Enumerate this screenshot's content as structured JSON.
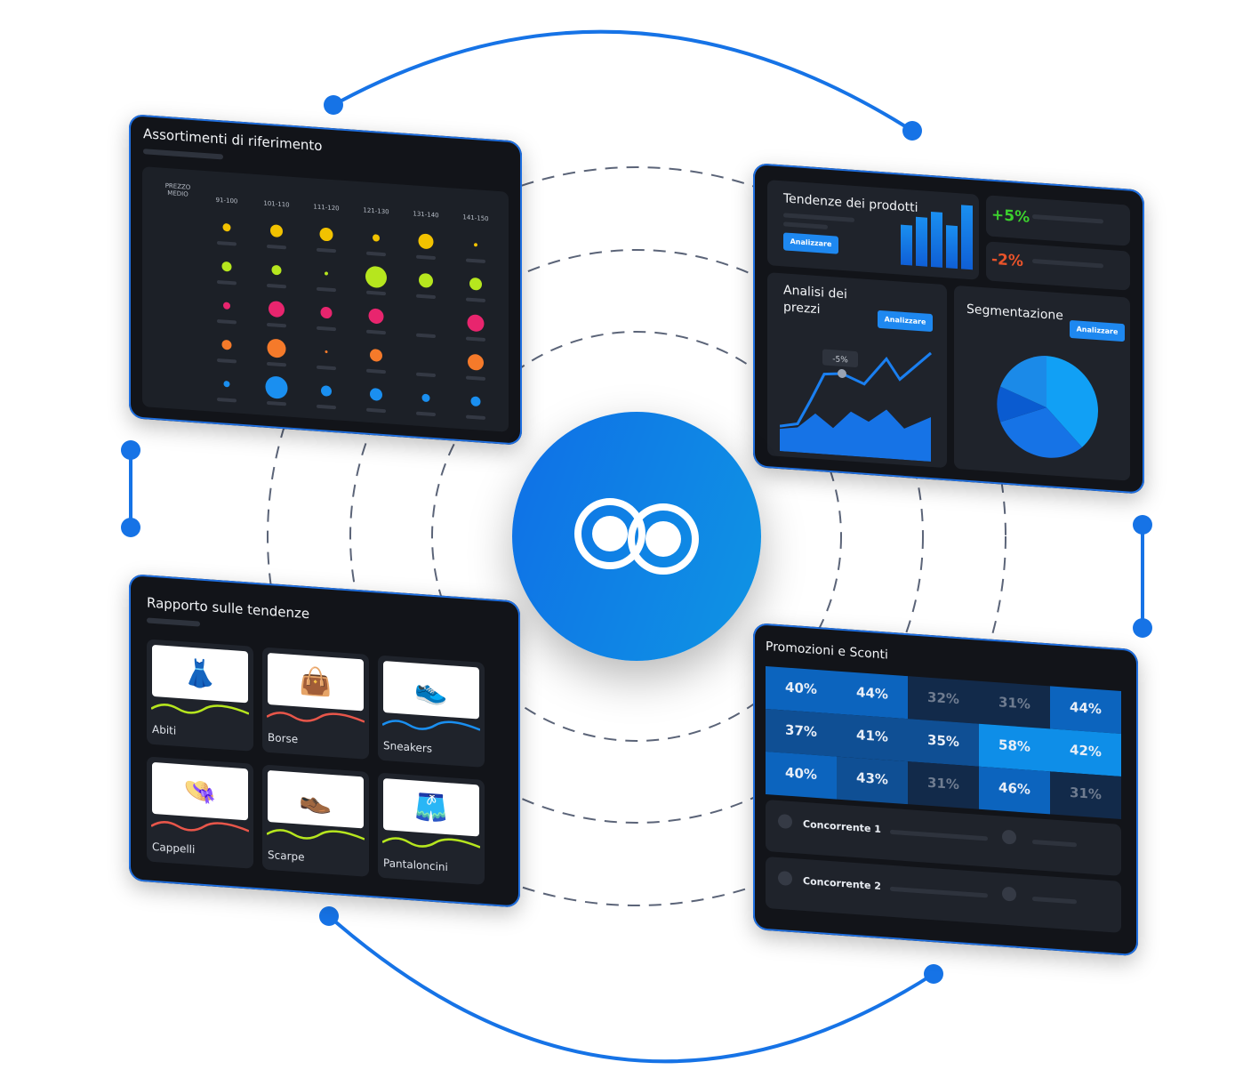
{
  "colors": {
    "accent": "#1673e6",
    "panel": "#121419",
    "card": "#1f232b",
    "positive": "#3ccf2e",
    "negative": "#e8532a"
  },
  "logo": {
    "icon": "linked-rings-logo"
  },
  "assortments": {
    "title": "Assortimenti di riferimento",
    "axis_label_line1": "PREZZO",
    "axis_label_line2": "MEDIO",
    "columns": [
      "91-100",
      "101-110",
      "111-120",
      "121-130",
      "131-140",
      "141-150"
    ],
    "row_colors": [
      "#f2c200",
      "#b6e61e",
      "#e8256e",
      "#f57a2a",
      "#1a8ff0"
    ],
    "sizes": [
      [
        9,
        14,
        15,
        8,
        17,
        4
      ],
      [
        11,
        11,
        4,
        24,
        16,
        14
      ],
      [
        8,
        18,
        13,
        17,
        0,
        19
      ],
      [
        11,
        21,
        3,
        14,
        0,
        18
      ],
      [
        7,
        25,
        12,
        14,
        9,
        11
      ]
    ]
  },
  "trends": {
    "product_trends": {
      "title": "Tendenze dei prodotti",
      "button": "Analizzare",
      "bars": [
        45,
        55,
        62,
        48,
        72
      ]
    },
    "kpi_up": "+5%",
    "kpi_down": "-2%",
    "price_analysis": {
      "title_line1": "Analisi dei",
      "title_line2": "prezzi",
      "button": "Analizzare",
      "tooltip": "-5%"
    },
    "segmentation": {
      "title": "Segmentazione",
      "button": "Analizzare"
    }
  },
  "report": {
    "title": "Rapporto sulle tendenze",
    "items": [
      {
        "label": "Abiti",
        "icon": "dress-icon",
        "glyph": "👗",
        "trend": "#b6e61e"
      },
      {
        "label": "Borse",
        "icon": "bag-icon",
        "glyph": "👜",
        "trend": "#e8564a"
      },
      {
        "label": "Sneakers",
        "icon": "sneaker-icon",
        "glyph": "👟",
        "trend": "#1a8ff0"
      },
      {
        "label": "Cappelli",
        "icon": "hat-icon",
        "glyph": "👒",
        "trend": "#e8564a"
      },
      {
        "label": "Scarpe",
        "icon": "shoe-icon",
        "glyph": "👞",
        "trend": "#b6e61e"
      },
      {
        "label": "Pantaloncini",
        "icon": "shorts-icon",
        "glyph": "🩳",
        "trend": "#b6e61e"
      }
    ]
  },
  "promotions": {
    "title": "Promozioni e Sconti",
    "grid": [
      [
        {
          "v": "40%",
          "s": 2
        },
        {
          "v": "44%",
          "s": 2
        },
        {
          "v": "32%",
          "s": 0
        },
        {
          "v": "31%",
          "s": 0
        },
        {
          "v": "44%",
          "s": 2
        }
      ],
      [
        {
          "v": "37%",
          "s": 1
        },
        {
          "v": "41%",
          "s": 1
        },
        {
          "v": "35%",
          "s": 1
        },
        {
          "v": "58%",
          "s": 3
        },
        {
          "v": "42%",
          "s": 3
        }
      ],
      [
        {
          "v": "40%",
          "s": 2
        },
        {
          "v": "43%",
          "s": 1
        },
        {
          "v": "31%",
          "s": 0
        },
        {
          "v": "46%",
          "s": 2
        },
        {
          "v": "31%",
          "s": 0
        }
      ]
    ],
    "competitors": [
      "Concorrente 1",
      "Concorrente 2"
    ]
  }
}
